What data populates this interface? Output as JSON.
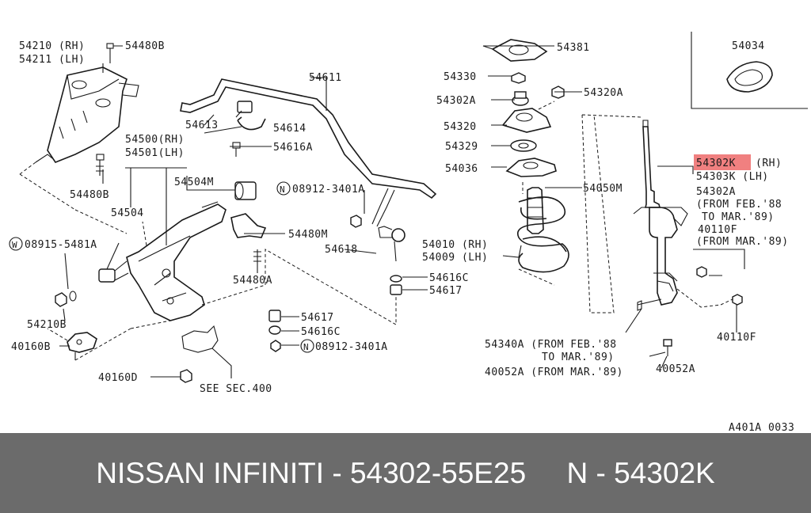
{
  "diagram_code": "A401A 0033",
  "highlight_color": "#f08080",
  "footer": {
    "text": "NISSAN INFINITI - 54302-55E25     N - 54302K",
    "background": "#6b6b6b",
    "color": "#ffffff"
  },
  "labels": {
    "l54210": "54210 (RH)",
    "l54211": "54211 (LH)",
    "l54480B_top": "54480B",
    "l54480B_bot": "54480B",
    "l54611": "54611",
    "l54613": "54613",
    "l54614": "54614",
    "l54616A": "54616A",
    "l54500": "54500(RH)",
    "l54501": "54501(LH)",
    "l54504M": "54504M",
    "l08912a": "08912-3401A",
    "l54504": "54504",
    "l54480M": "54480M",
    "l08915": "08915-5481A",
    "l54618": "54618",
    "l54616C_r": "54616C",
    "l54617_r": "54617",
    "l54480A": "54480A",
    "l54210B": "54210B",
    "l54617_b": "54617",
    "l54616C_b": "54616C",
    "l08912b": "08912-3401A",
    "l40160B": "40160B",
    "l40160D": "40160D",
    "l_see": "SEE SEC.400",
    "l54381": "54381",
    "l54330": "54330",
    "l54320A": "54320A",
    "l54302A_top": "54302A",
    "l54320": "54320",
    "l54329": "54329",
    "l54036": "54036",
    "l54050M": "54050M",
    "l54010": "54010 (RH)",
    "l54009": "54009 (LH)",
    "l54034": "54034",
    "l54302K": "54302K",
    "l54302K_rh": "(RH)",
    "l54303K": "54303K (LH)",
    "l54302A": "54302A",
    "l_from_feb88": "(FROM FEB.'88",
    "l_to_mar89": "TO MAR.'89)",
    "l40110F_a": "40110F",
    "l_from_mar89": "(FROM MAR.'89)",
    "l40110F_b": "40110F",
    "l54340A": "54340A (FROM FEB.'88",
    "l54340A_b": "TO MAR.'89)",
    "l40052A_l": "40052A (FROM MAR.'89)",
    "l40052A_r": "40052A"
  },
  "markers": {
    "n_mark": "N",
    "w_mark": "W"
  }
}
